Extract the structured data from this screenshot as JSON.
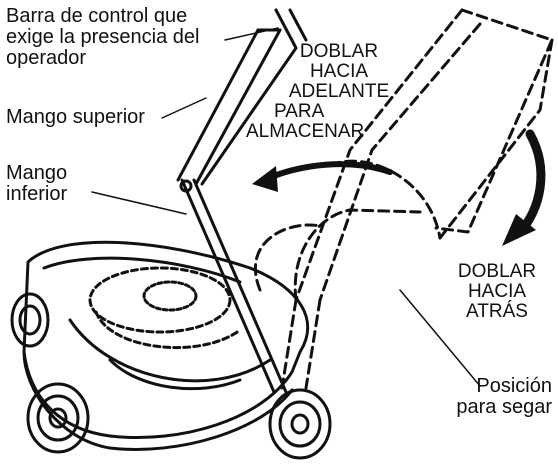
{
  "labels": {
    "control_bar": [
      "Barra de control que",
      "exige la presencia del",
      "operador"
    ],
    "upper_handle": "Mango superior",
    "lower_handle": [
      "Mango",
      "inferior"
    ],
    "mowing_position": [
      "Posición",
      "para segar"
    ]
  },
  "callouts": {
    "fold_forward": [
      "DOBLAR",
      "HACIA",
      "ADELANTE",
      "PARA",
      "ALMACENAR"
    ],
    "fold_back": [
      "DOBLAR",
      "HACIA",
      "ATRÁS"
    ]
  }
}
